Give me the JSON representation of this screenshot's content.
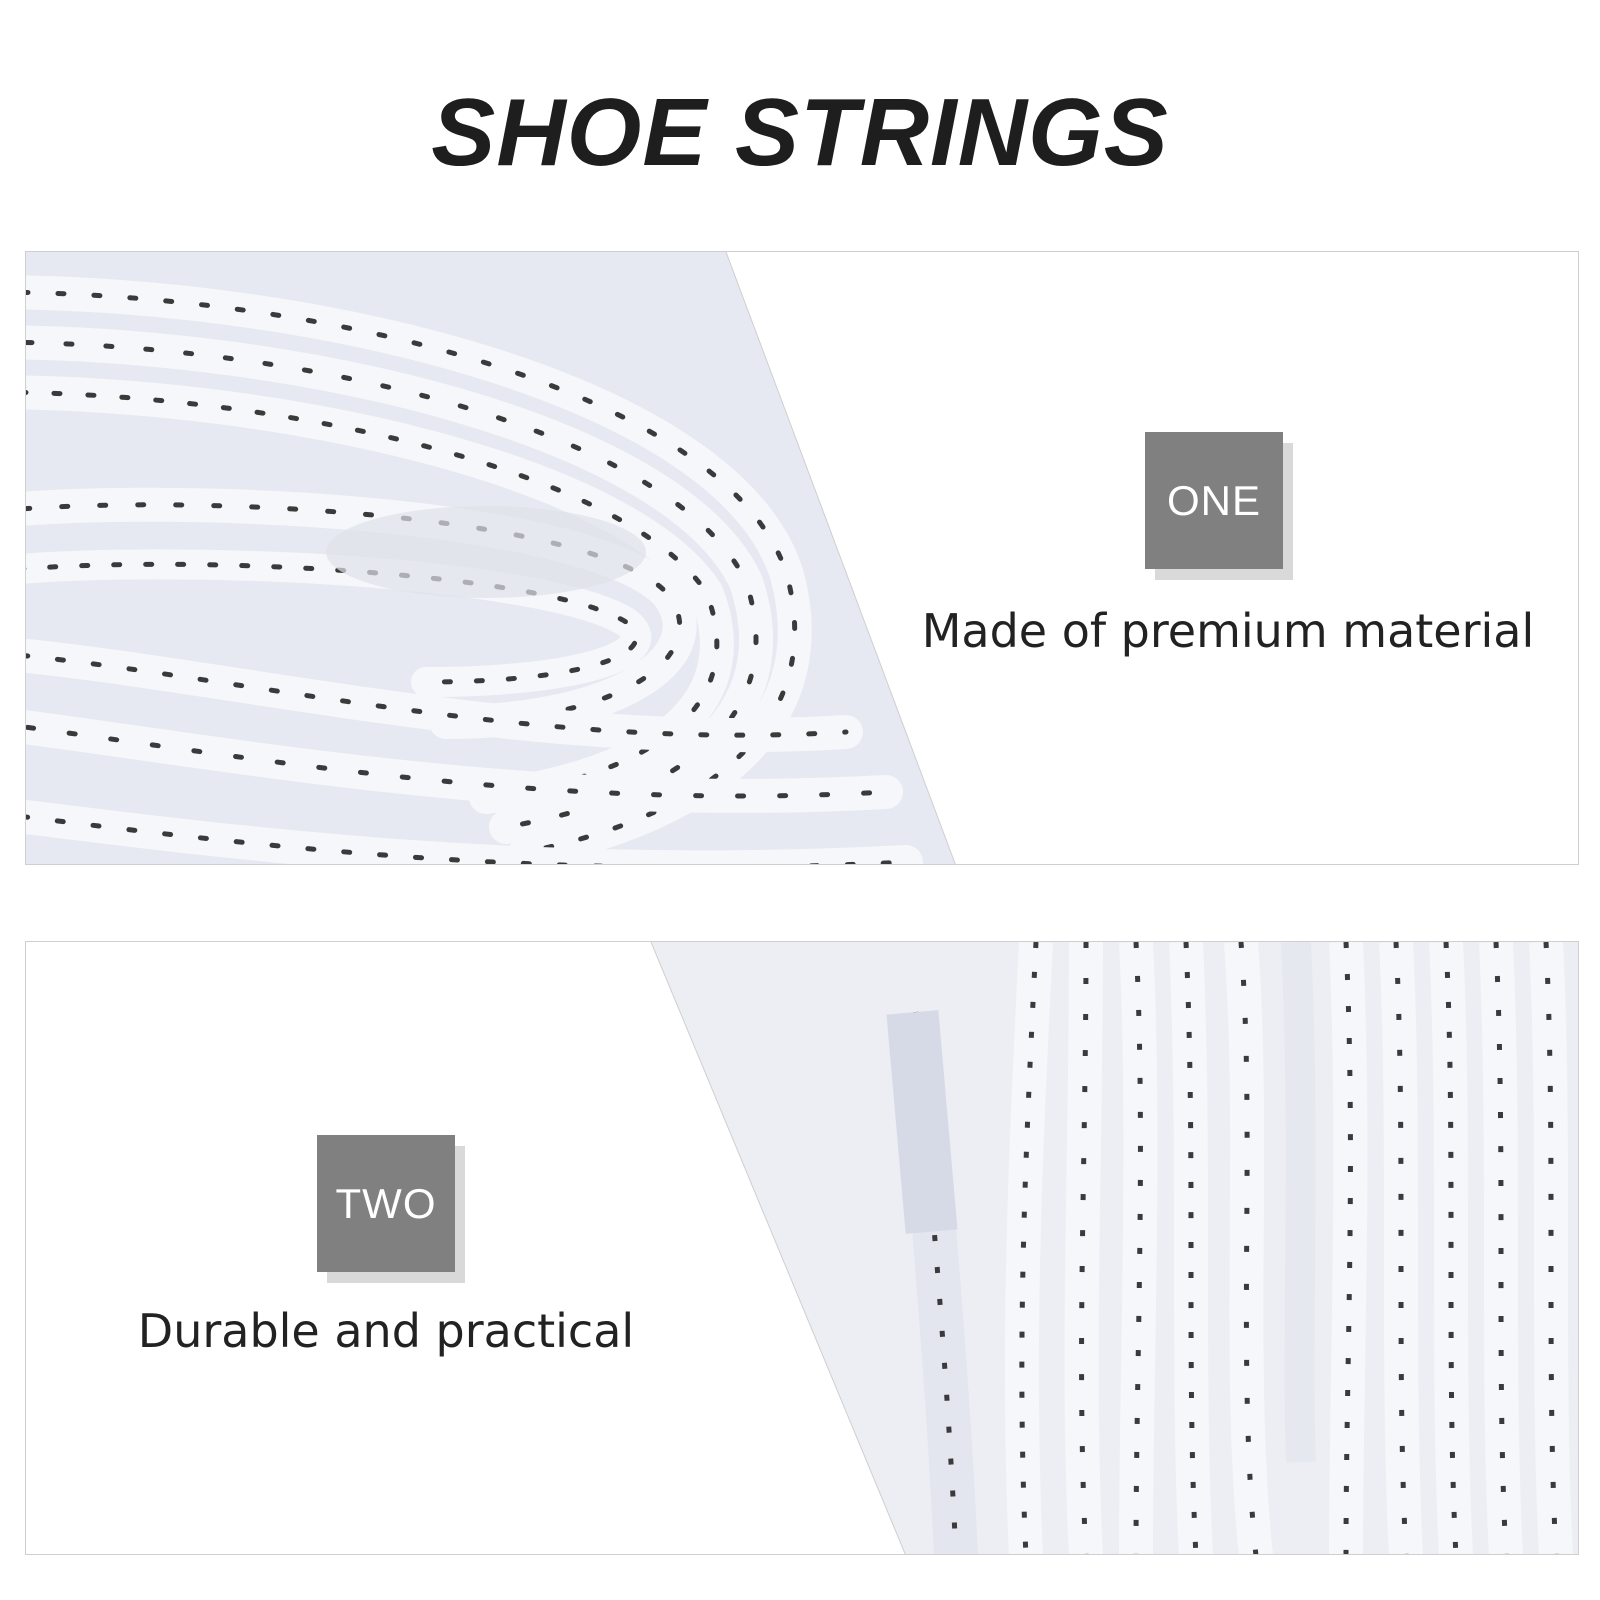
{
  "title": "SHOE STRINGS",
  "features": [
    {
      "badge": "ONE",
      "caption": "Made of premium material"
    },
    {
      "badge": "TWO",
      "caption": "Durable and practical"
    }
  ],
  "colors": {
    "title": "#1e1e1e",
    "badge": "#808080",
    "badge_shadow": "#d9d9d9",
    "lace": "#f4f5fa",
    "lace_pattern": "#2b2b2b"
  },
  "icons": [
    "shoelace-coil-photo",
    "shoelace-ends-photo"
  ]
}
